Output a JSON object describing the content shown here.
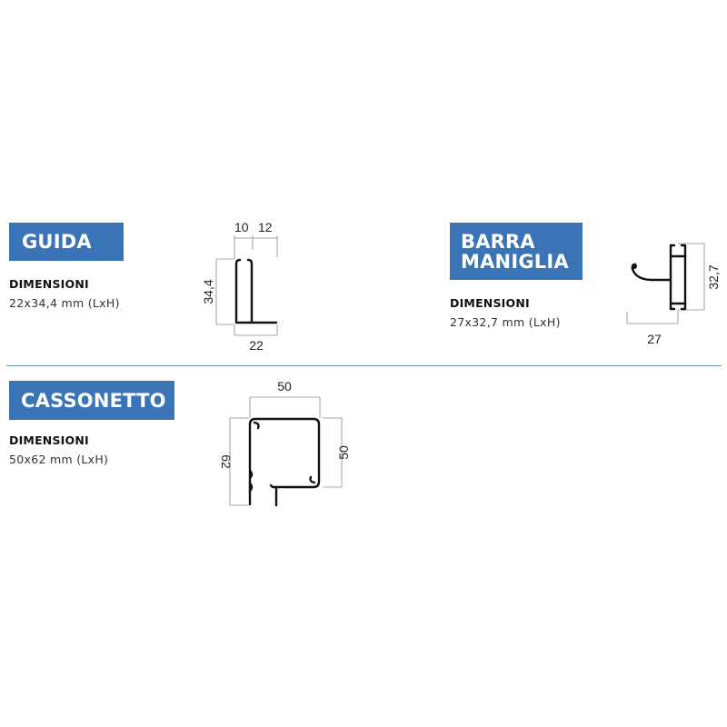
{
  "colors": {
    "badge_bg": "#3a74b6",
    "badge_text": "#ffffff",
    "divider": "#6b96bf",
    "profile_stroke": "#111111",
    "dimension_line": "#8a8a8a"
  },
  "sections": [
    {
      "id": "guida",
      "title_lines": [
        "GUIDA"
      ],
      "dimensions_label": "DIMENSIONI",
      "dimensions_value": "22x34,4 mm (LxH)",
      "drawing": {
        "top_labels": [
          "10",
          "12"
        ],
        "height_label": "34,4",
        "width_label": "22"
      }
    },
    {
      "id": "barra-maniglia",
      "title_lines": [
        "BARRA",
        "MANIGLIA"
      ],
      "dimensions_label": "DIMENSIONI",
      "dimensions_value": "27x32,7 mm (LxH)",
      "drawing": {
        "height_label": "32,7",
        "width_label": "27"
      }
    },
    {
      "id": "cassonetto",
      "title_lines": [
        "CASSONETTO"
      ],
      "dimensions_label": "DIMENSIONI",
      "dimensions_value": "50x62 mm (LxH)",
      "drawing": {
        "width_label": "50",
        "height_label": "62",
        "inner_height_label": "50"
      }
    }
  ]
}
